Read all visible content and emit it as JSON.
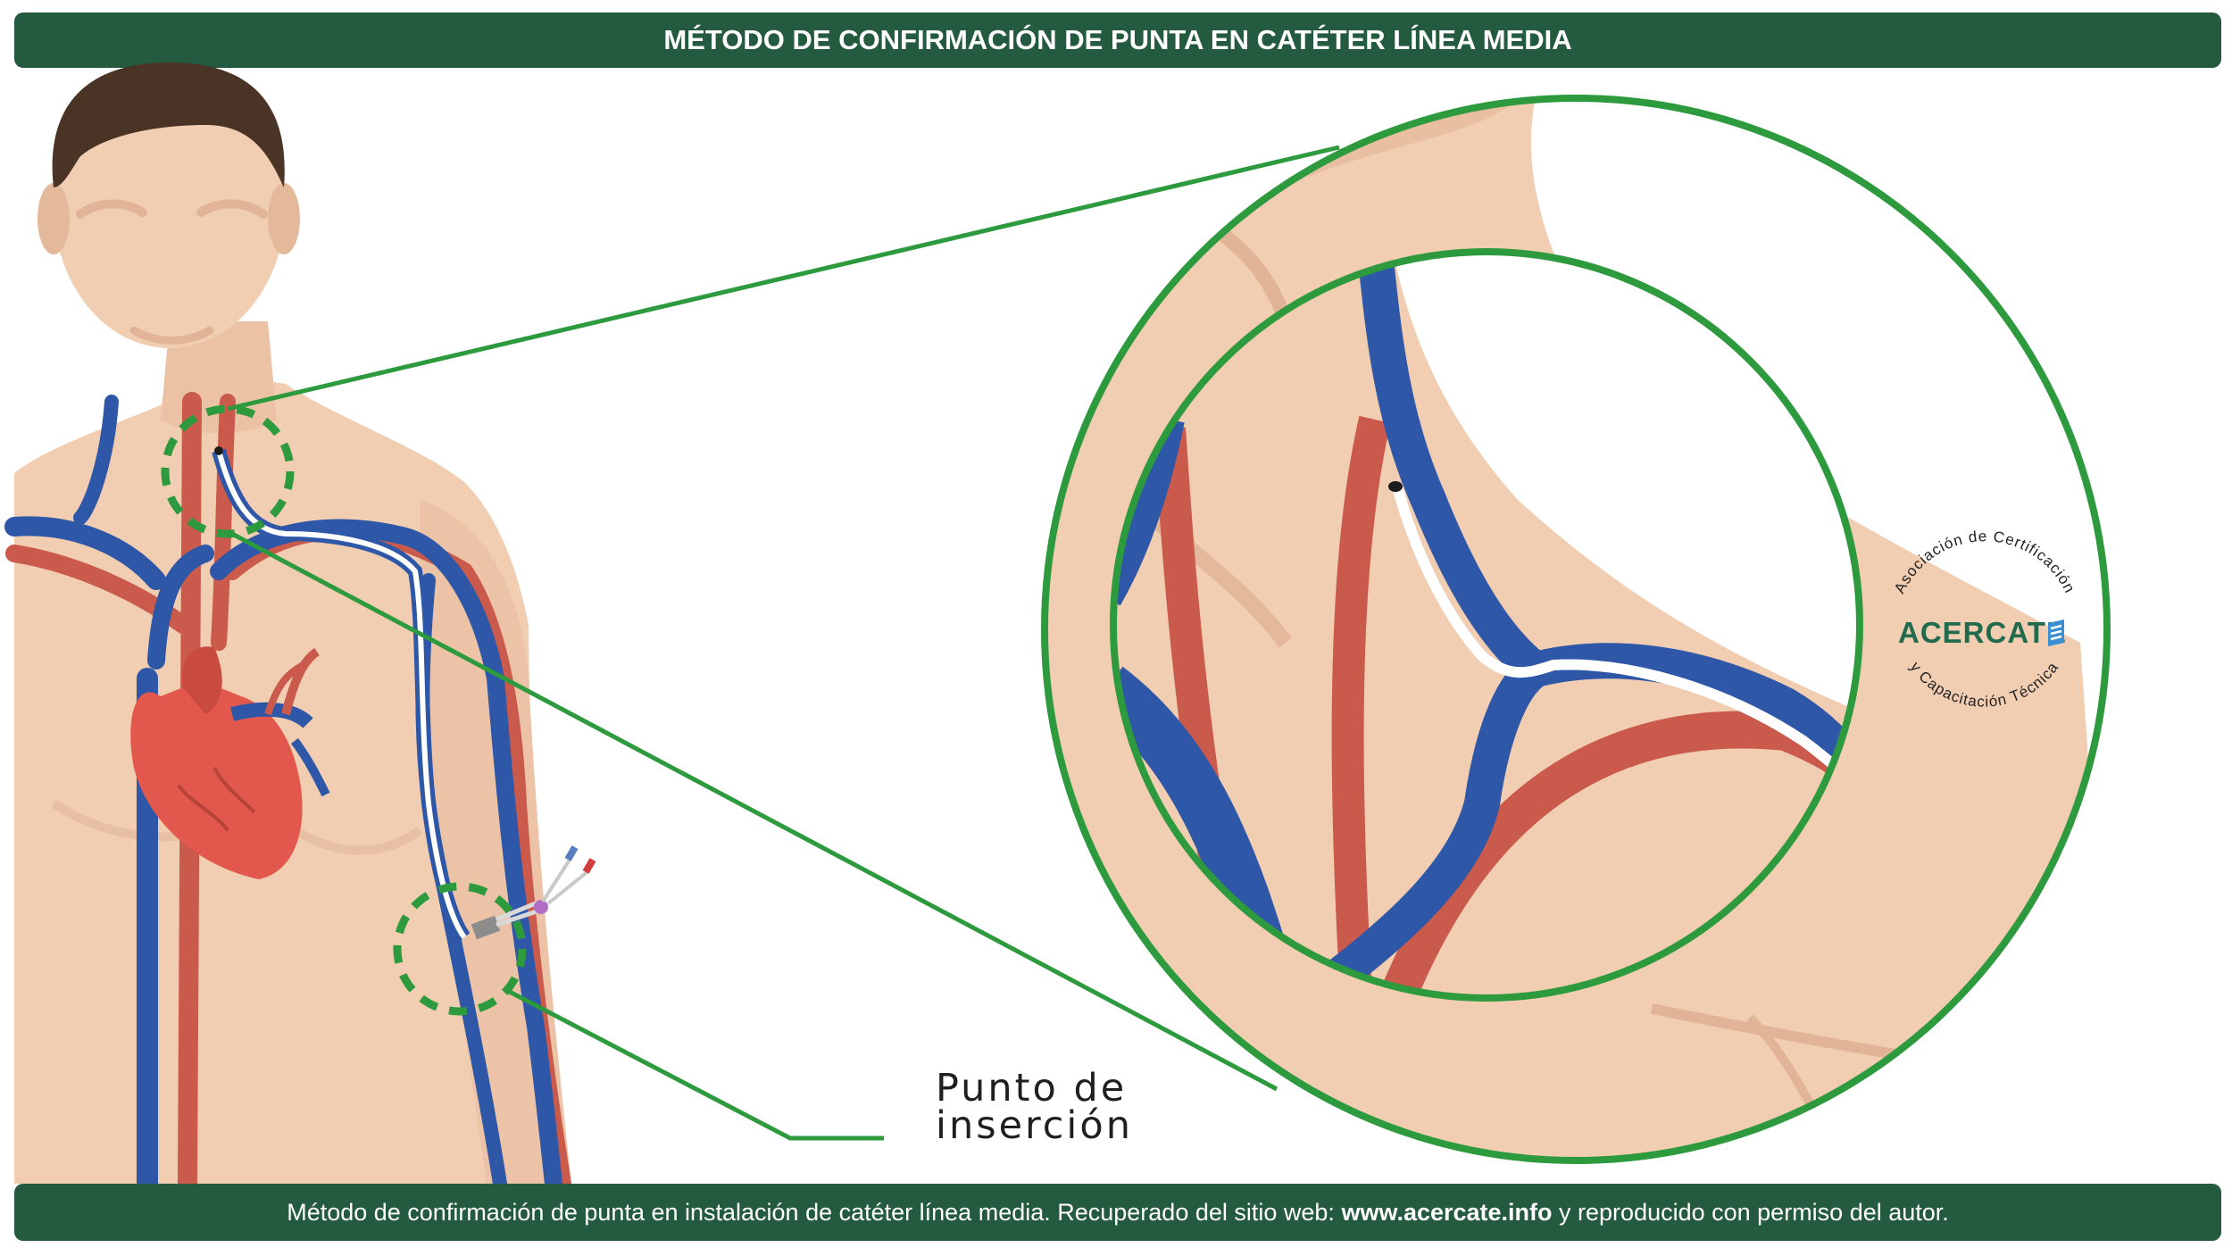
{
  "header": {
    "title": "MÉTODO DE CONFIRMACIÓN DE PUNTA EN CATÉTER LÍNEA MEDIA"
  },
  "footer": {
    "text_before": "Método de confirmación de punta en instalación de catéter línea media. Recuperado del sitio web: ",
    "link": "www.acercate.info",
    "text_after": " y reproducido con permiso del autor."
  },
  "labels": {
    "insertion_line1": "Punto de",
    "insertion_line2": "inserción"
  },
  "logo": {
    "name": "ACERCATE",
    "arc_top": "Asociación de Certificación",
    "arc_bottom": "y Capacitación Técnica"
  },
  "colors": {
    "banner": "#245a3f",
    "callout_green": "#2e9a3e",
    "vein": "#2f57a8",
    "artery": "#c95a4c",
    "skin": "#f1cdb2",
    "skin_shadow": "#e4b99b",
    "hair": "#4a3426",
    "heart": "#e2584c",
    "logo": "#1f6b4c"
  },
  "icons": [
    "heart-icon",
    "catheter-hub-icon",
    "acercate-logo-icon"
  ]
}
